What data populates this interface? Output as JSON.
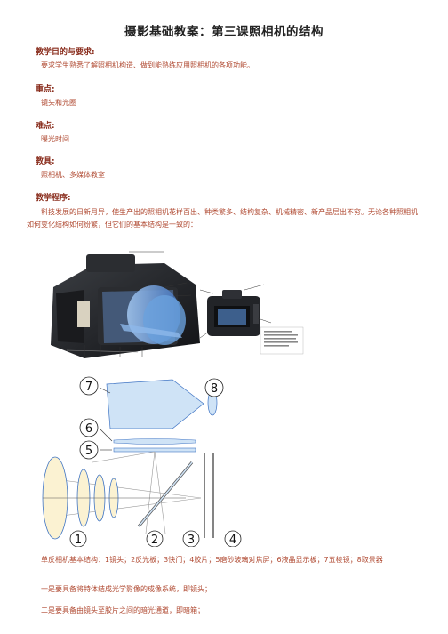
{
  "doc": {
    "title": "摄影基础教案：第三课照相机的结构",
    "sections": [
      {
        "heading": "教学目的与要求:",
        "body": "要求学生熟悉了解照相机构造、做到能熟练应用照相机的各项功能。"
      },
      {
        "heading": "重点:",
        "body": "镜头和光圈"
      },
      {
        "heading": "难点:",
        "body": "曝光时间"
      },
      {
        "heading": "教具:",
        "body": "照相机、多媒体教室"
      },
      {
        "heading": "教学程序:",
        "body": ""
      }
    ],
    "intro_paragraph": "科技发展的日新月异，使生产出的照相机花样百出、种类繁多、结构复杂、机械精密、新产品层出不穷。无论各种照相机如何变化结构如何纷繁，但它们的基本结构是一致的：",
    "caption": "单反相机基本结构：1镜头；2反光板；3快门；4胶片；5磨砂玻璃对焦屏；6液晶显示板；7五棱镜；8取景器",
    "line1": "一是要具备将特体结成光学影像的成像系统，即镜头；",
    "line2": "二是要具备由镜头至胶片之间的暗光通道，即暗箱；"
  },
  "diagram": {
    "numbers": [
      "1",
      "2",
      "3",
      "4",
      "5",
      "6",
      "7",
      "8"
    ]
  },
  "colors": {
    "heading": "#8a2e1e",
    "body_text": "#b04a32",
    "optics_fill": "#cfe3f6",
    "lens_fill": "#fbf2d2",
    "lens_stroke": "#3f74c4"
  }
}
